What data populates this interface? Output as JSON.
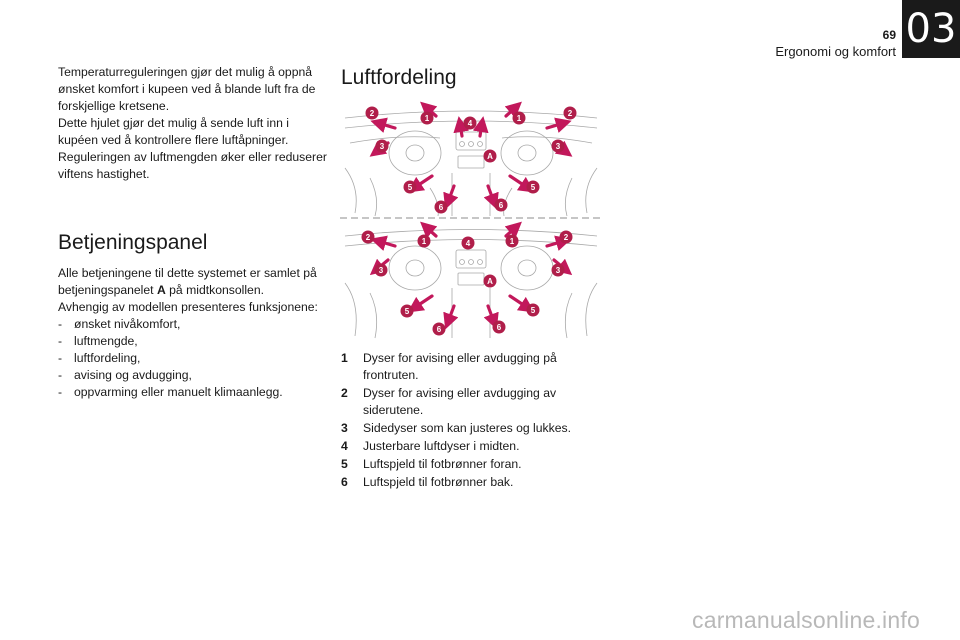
{
  "header": {
    "page_number": "69",
    "chapter_title": "Ergonomi og komfort",
    "chapter_tab": "03"
  },
  "intro": {
    "paragraphs": [
      "Temperaturreguleringen gjør det mulig å oppnå ønsket komfort i kupeen ved å blande luft fra de forskjellige kretsene.",
      "Dette hjulet gjør det mulig å sende luft inn i kupéen ved å kontrollere flere luftåpninger.",
      "Reguleringen av luftmengden øker eller reduserer viftens hastighet."
    ]
  },
  "betjeningspanel": {
    "heading": "Betjeningspanel",
    "p1_before": "Alle betjeningene til dette systemet er samlet på betjeningspanelet ",
    "p1_bold": "A",
    "p1_after": " på midtkonsollen.",
    "p2": "Avhengig av modellen presenteres funksjonene:",
    "items": [
      "ønsket nivåkomfort,",
      "luftmengde,",
      "luftfordeling,",
      "avising og avdugging,",
      "oppvarming eller manuelt klimaanlegg."
    ]
  },
  "luftfordeling": {
    "heading": "Luftfordeling",
    "diagram_labels": [
      "1",
      "2",
      "3",
      "4",
      "5",
      "6",
      "A"
    ],
    "legend": [
      {
        "num": "1",
        "text": "Dyser for avising eller avdugging på frontruten."
      },
      {
        "num": "2",
        "text": "Dyser for avising eller avdugging av siderutene."
      },
      {
        "num": "3",
        "text": "Sidedyser som kan justeres og lukkes."
      },
      {
        "num": "4",
        "text": "Justerbare luftdyser i midten."
      },
      {
        "num": "5",
        "text": "Luftspjeld til fotbrønner foran."
      },
      {
        "num": "6",
        "text": "Luftspjeld til fotbrønner bak."
      }
    ]
  },
  "colors": {
    "badge": "#b01e4a",
    "arrow": "#c2185b",
    "line_art": "#9a9a9a",
    "chapter_tab_bg": "#1a1a1a"
  },
  "watermark": "carmanualsonline.info"
}
